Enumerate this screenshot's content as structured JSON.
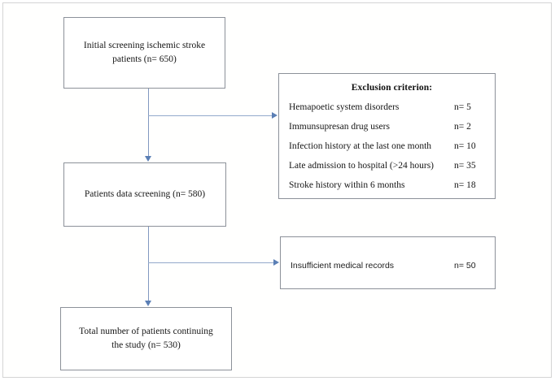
{
  "figure": {
    "type": "flowchart",
    "description": "Patient selection flow diagram for ischemic stroke study"
  },
  "nodes": {
    "initial_screening": {
      "text": "Initial screening ischemic stroke patients (n= 650)",
      "n": 650
    },
    "data_screening": {
      "text": "Patients data screening (n= 580)",
      "n": 580
    },
    "total_continuing": {
      "text": "Total number of patients continuing the study (n= 530)",
      "n": 530
    }
  },
  "exclusion_box": {
    "title": "Exclusion criterion:",
    "rows": [
      {
        "label": "Hemapoetic system disorders",
        "count": "n= 5"
      },
      {
        "label": "Immunsupresan drug users",
        "count": "n= 2"
      },
      {
        "label": "Infection history at the last one month",
        "count": "n= 10"
      },
      {
        "label": "Late admission to hospital (>24 hours)",
        "count": "n= 35"
      },
      {
        "label": "Stroke history within 6 months",
        "count": "n= 18"
      }
    ]
  },
  "insufficient_box": {
    "label": "Insufficient medical records",
    "count": "n= 50"
  },
  "colors": {
    "arrow": "#5b7fb5",
    "connector_line": "#8199c0",
    "box_border": "#8c9199",
    "outer_frame": "#d4d4d4",
    "text": "#161616",
    "background": "#ffffff"
  }
}
